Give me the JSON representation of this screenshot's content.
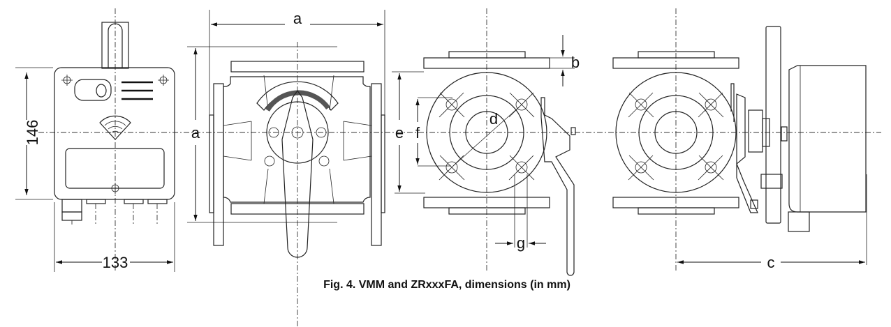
{
  "figure": {
    "caption": "Fig. 4. VMM and ZRxxxFA, dimensions (in mm)",
    "labels": {
      "height_146": "146",
      "width_133": "133",
      "a_top": "a",
      "a_side": "a",
      "b": "b",
      "c": "c",
      "d": "d",
      "e": "e",
      "f": "f",
      "g": "g"
    }
  }
}
